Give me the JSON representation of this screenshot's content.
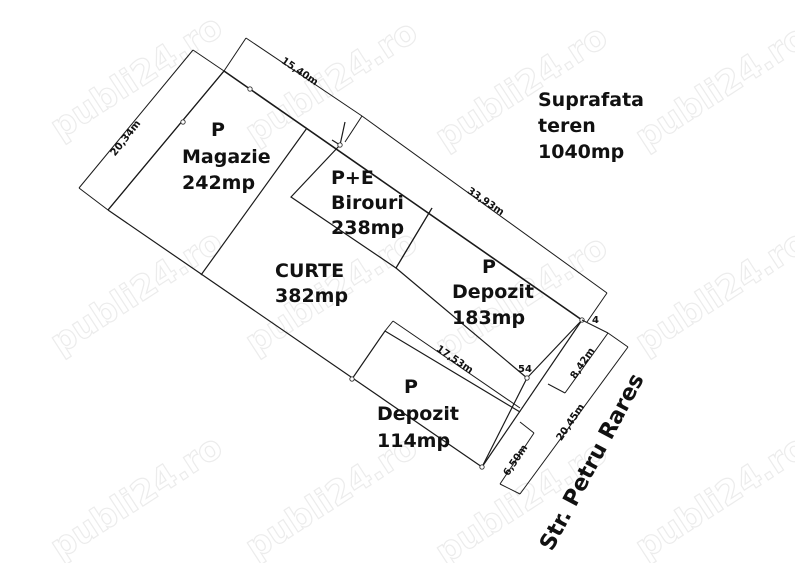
{
  "watermark": {
    "text": "publi24.ro",
    "color": "#ececec"
  },
  "plot": {
    "total_area_label": [
      "Suprafata",
      "teren",
      "1040mp"
    ]
  },
  "rooms": [
    {
      "id": "magazie",
      "lines": [
        "P",
        "Magazie",
        "242mp"
      ]
    },
    {
      "id": "birouri",
      "lines": [
        "P+E",
        "Birouri",
        "238mp"
      ]
    },
    {
      "id": "curte",
      "lines": [
        "CURTE",
        "382mp"
      ]
    },
    {
      "id": "depozit-183",
      "lines": [
        "P",
        "Depozit",
        "183mp"
      ]
    },
    {
      "id": "depozit-114",
      "lines": [
        "P",
        "Depozit",
        "114mp"
      ]
    }
  ],
  "dimensions": {
    "top_left": "15,40m",
    "left_side": "20,34m",
    "top_long": "33,93m",
    "depozit_small_length": "17,53m",
    "right_upper": "8,42m",
    "right_total": "20,45m",
    "right_lower": "6,50m"
  },
  "points": {
    "p4": "4",
    "p54": "54"
  },
  "street": {
    "label": "Str. Petru Rares"
  },
  "colors": {
    "line": "#1a1a1a",
    "text": "#111111",
    "background": "#ffffff"
  }
}
